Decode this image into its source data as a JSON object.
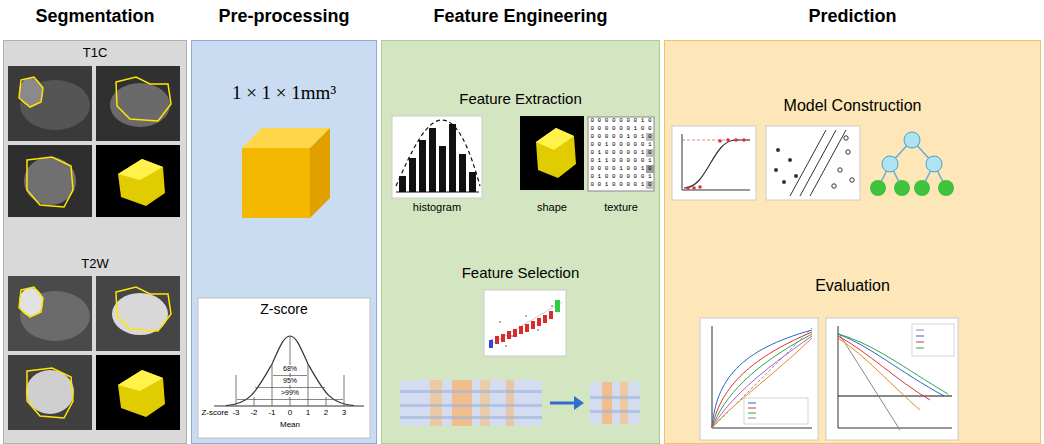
{
  "diagram": {
    "nodes": [
      {
        "text": [
          "Segmentation",
          "T1C",
          "T2W"
        ]
      },
      {
        "text": [
          "Pre-processing",
          "1 × 1 × 1mm³",
          "Z-score"
        ]
      },
      {
        "text": [
          "Feature Engineering",
          "Feature Extraction",
          "Feature Selection"
        ]
      },
      {
        "text": [
          "Prediction",
          "Model Construction",
          "Evaluation"
        ]
      }
    ],
    "labels": [
      "histogram",
      "shape",
      "texture",
      "0 0 0 0 0 0 0 1 0",
      "0 0 0 0 0 0 1 0 0",
      "0 0 0 0 0 1 0 1 0",
      "0 0 1 0 0 0 0 0 1",
      "0 1 0 0 0 0 0 1 0",
      "0 1 1 0 0 0 0 0 1",
      "0 0 0 0 1 0 0 1 0",
      "0 1 0 0 0 0 0 0 1",
      "0 0 1 0 0 0 0 1 0",
      "68%",
      "95%",
      ">99%",
      "Z-score",
      "-3",
      "-2",
      "-1",
      "0",
      "1",
      "2",
      "3",
      "Mean"
    ]
  }
}
